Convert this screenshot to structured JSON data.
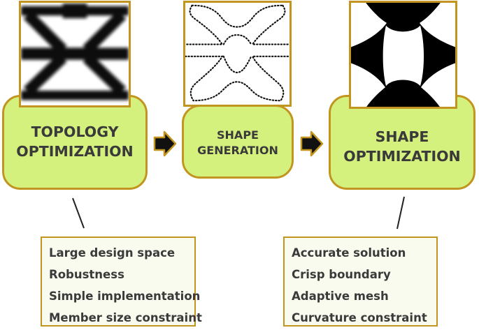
{
  "stages": [
    {
      "id": "topology",
      "lines": [
        "TOPOLOGY",
        "OPTIMIZATION"
      ]
    },
    {
      "id": "shape-generation",
      "lines": [
        "SHAPE",
        "GENERATION"
      ]
    },
    {
      "id": "shape-optimization",
      "lines": [
        "SHAPE",
        "OPTIMIZATION"
      ]
    }
  ],
  "topology_features": [
    "Large design space",
    "Robustness",
    "Simple implementation",
    "Member size constraint"
  ],
  "shape_optimization_features": [
    "Accurate solution",
    "Crisp boundary",
    "Adaptive mesh",
    "Curvature constraint"
  ],
  "colors": {
    "stage_fill": "#d4f07d",
    "border": "#c1951f",
    "text": "#3a3a3a",
    "arrow": "#111111",
    "box_fill": "#fafbef"
  },
  "icons": [
    "topology-result-image",
    "dotted-contour-image",
    "optimized-shape-image",
    "right-arrow-icon"
  ]
}
